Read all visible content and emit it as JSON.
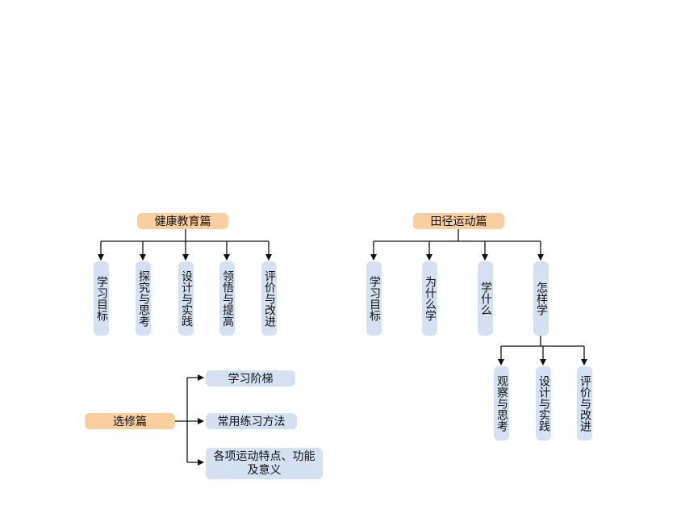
{
  "health": {
    "root": "健康教育篇",
    "children": [
      "学习目标",
      "探究与思考",
      "设计与实践",
      "领悟与提高",
      "评价与改进"
    ]
  },
  "track": {
    "root": "田径运动篇",
    "children": [
      "学习目标",
      "为什么学",
      "学什么",
      "怎样学"
    ],
    "how_children": [
      "观察与思考",
      "设计与实践",
      "评价与改进"
    ]
  },
  "elective": {
    "root": "选修篇",
    "children": [
      "学习阶梯",
      "常用练习方法",
      "各项运动特点、功能及意义"
    ]
  },
  "colors": {
    "root_fill": "#f9cf9f",
    "leaf_fill": "#d3e1f3",
    "line": "#111111"
  }
}
